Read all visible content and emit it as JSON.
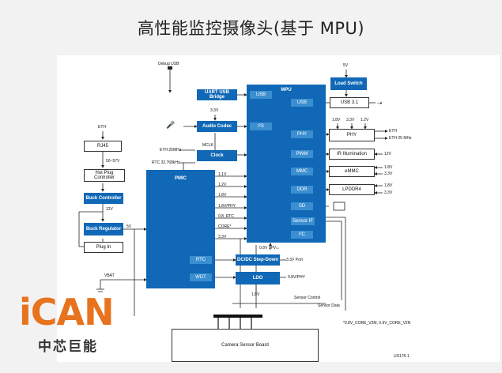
{
  "title": "高性能监控摄像头(基于 MPU)",
  "logo": {
    "text": "iCAN",
    "subtitle": "中芯巨能"
  },
  "blocks": {
    "mpu": "MPU",
    "pmic": "PMIC",
    "uart_usb_bridge": "UART USB Bridge",
    "audio_codec": "Audio Codec",
    "clock": "Clock",
    "rj45": "RJ45",
    "hot_plug": "Hot Plug Controller",
    "buck_controller": "Buck Controller",
    "buck_regulator": "Buck Regulator",
    "plug_in": "Plug In",
    "load_switch": "Load Switch",
    "usb31": "USB 3.1",
    "phy": "PHY",
    "ir": "IR Illumination",
    "emmc": "eMMC",
    "lpddr4": "LPDDR4",
    "dcdc": "DC/DC Step-Down",
    "ldo": "LDO",
    "camera": "Camera Sensor Board"
  },
  "mpu_ports": {
    "usb_left": "USB",
    "is": "I²S",
    "usb_right": "USB",
    "phy": "PHY",
    "pwm": "PWM",
    "mmc": "MMC",
    "ddr": "DDR",
    "sd": "SD",
    "sensor_if": "Sensor IF",
    "i2c": "I²C"
  },
  "pmic_ports": {
    "rtc": "RTC",
    "wdt": "WDT"
  },
  "rails": [
    "1.1V",
    "1.2V",
    "1.8V",
    "1.8V/PHY",
    "0.8_RTC",
    "CORE*",
    "3.3V"
  ],
  "labels": {
    "debug_usb": "Debug USB",
    "v33_codec": "3.3V",
    "mclk": "MCLK",
    "eth25": "ETH 25MHz",
    "rtc32": "RTC 32.768kHz",
    "eth_left": "ETH",
    "v50_57": "50~57V",
    "v12": "12V",
    "v5": "5V",
    "vbat": "VBAT",
    "v5_top": "5V",
    "phy_18": "1.8V",
    "phy_33": "3.3V",
    "phy_12": "1.2V",
    "eth_right": "ETH",
    "eth25_right": "ETH 25 MHz",
    "ir_12v": "12V",
    "emmc_18": "1.8V",
    "emmc_33": "3.3V",
    "lp_18": "1.8V",
    "lp_33": "3.3V",
    "lpv": "0.8V LPVₛₛ",
    "port_33": "3.3V Port",
    "phy_08": "0.8V/PHY",
    "ldo_18": "1.8V",
    "sensor_control": "Sensor Control",
    "sensor_data": "Sensor Data",
    "footnote": "*0.8V_CORE_V2M, 0.9V_CORE_V2N",
    "docid": "US176-1"
  }
}
